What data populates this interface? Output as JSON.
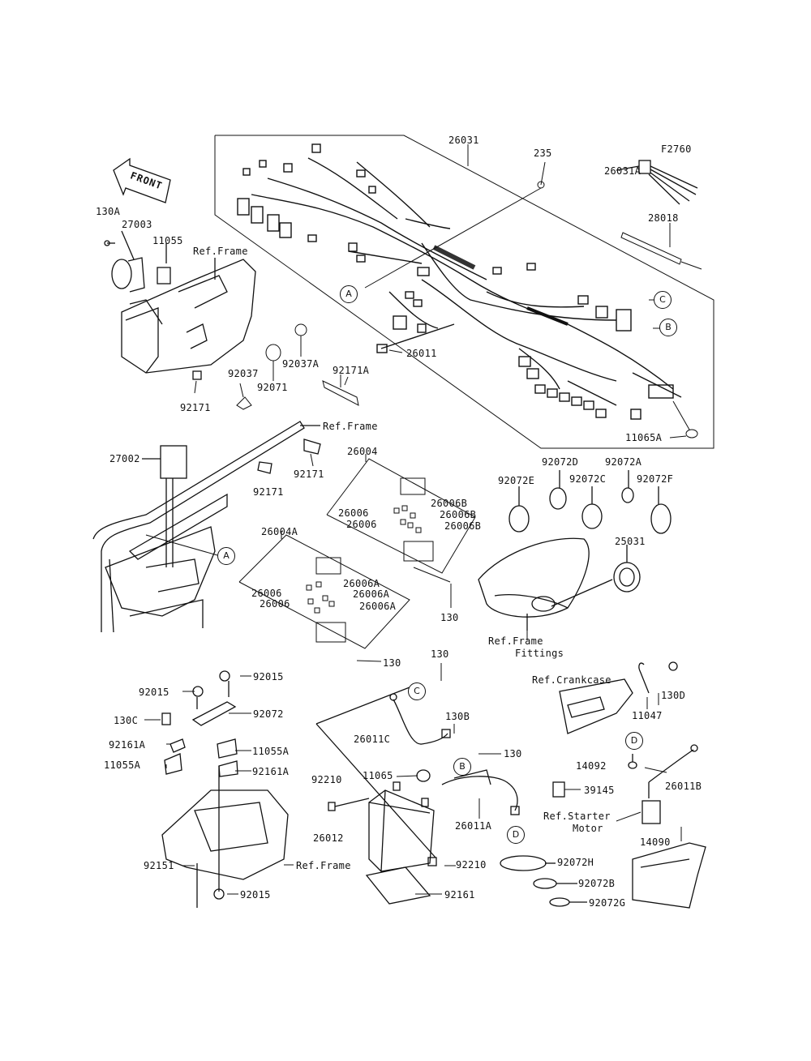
{
  "front_arrow": "FRONT",
  "part_numbers": {
    "p26031": "26031",
    "p235": "235",
    "pF2760": "F2760",
    "p26031A": "26031A",
    "p28018": "28018",
    "p130A": "130A",
    "p27003": "27003",
    "p11055": "11055",
    "p26011": "26011",
    "p11065A": "11065A",
    "p92037": "92037",
    "p92071": "92071",
    "p92037A": "92037A",
    "p92171A": "92171A",
    "p92171_a": "92171",
    "p92171_b": "92171",
    "p92171_c": "92171",
    "p27002": "27002",
    "p26004": "26004",
    "p26006B_1": "26006B",
    "p26006B_2": "26006B",
    "p26006B_3": "26006B",
    "p26006_1": "26006",
    "p26006_2": "26006",
    "p26004A": "26004A",
    "p26006A_1": "26006A",
    "p26006A_2": "26006A",
    "p26006A_3": "26006A",
    "p26006_3": "26006",
    "p26006_4": "26006",
    "p130_a": "130",
    "p130_b": "130",
    "p92072E": "92072E",
    "p92072D": "92072D",
    "p92072C": "92072C",
    "p92072A": "92072A",
    "p92072F": "92072F",
    "p25031": "25031",
    "p130_c": "130",
    "p92015_a": "92015",
    "p92015_b": "92015",
    "p92072": "92072",
    "p130C": "130C",
    "p92161A_a": "92161A",
    "p11055A_a": "11055A",
    "p11055A_b": "11055A",
    "p92161A_b": "92161A",
    "p130B": "130B",
    "p26011C": "26011C",
    "p130_d": "130",
    "p11065": "11065",
    "p92210_a": "92210",
    "p26012": "26012",
    "p26011A": "26011A",
    "p92210_b": "92210",
    "p92151": "92151",
    "p92015_c": "92015",
    "p92161": "92161",
    "p92072H": "92072H",
    "p92072B": "92072B",
    "p92072G": "92072G",
    "p11047": "11047",
    "p130D": "130D",
    "p14092": "14092",
    "p39145": "39145",
    "p26011B": "26011B",
    "p14090": "14090"
  },
  "references": {
    "frame_1": "Ref.Frame",
    "frame_2": "Ref.Frame",
    "frame_fittings_1": "Ref.Frame",
    "frame_fittings_2": "Fittings",
    "crankcase": "Ref.Crankcase",
    "starter_1": "Ref.Starter",
    "starter_2": "Motor",
    "frame_3": "Ref.Frame"
  },
  "callouts": {
    "A1": "A",
    "A2": "A",
    "B1": "B",
    "B2": "B",
    "C1": "C",
    "C2": "C",
    "D1": "D",
    "D2": "D"
  }
}
